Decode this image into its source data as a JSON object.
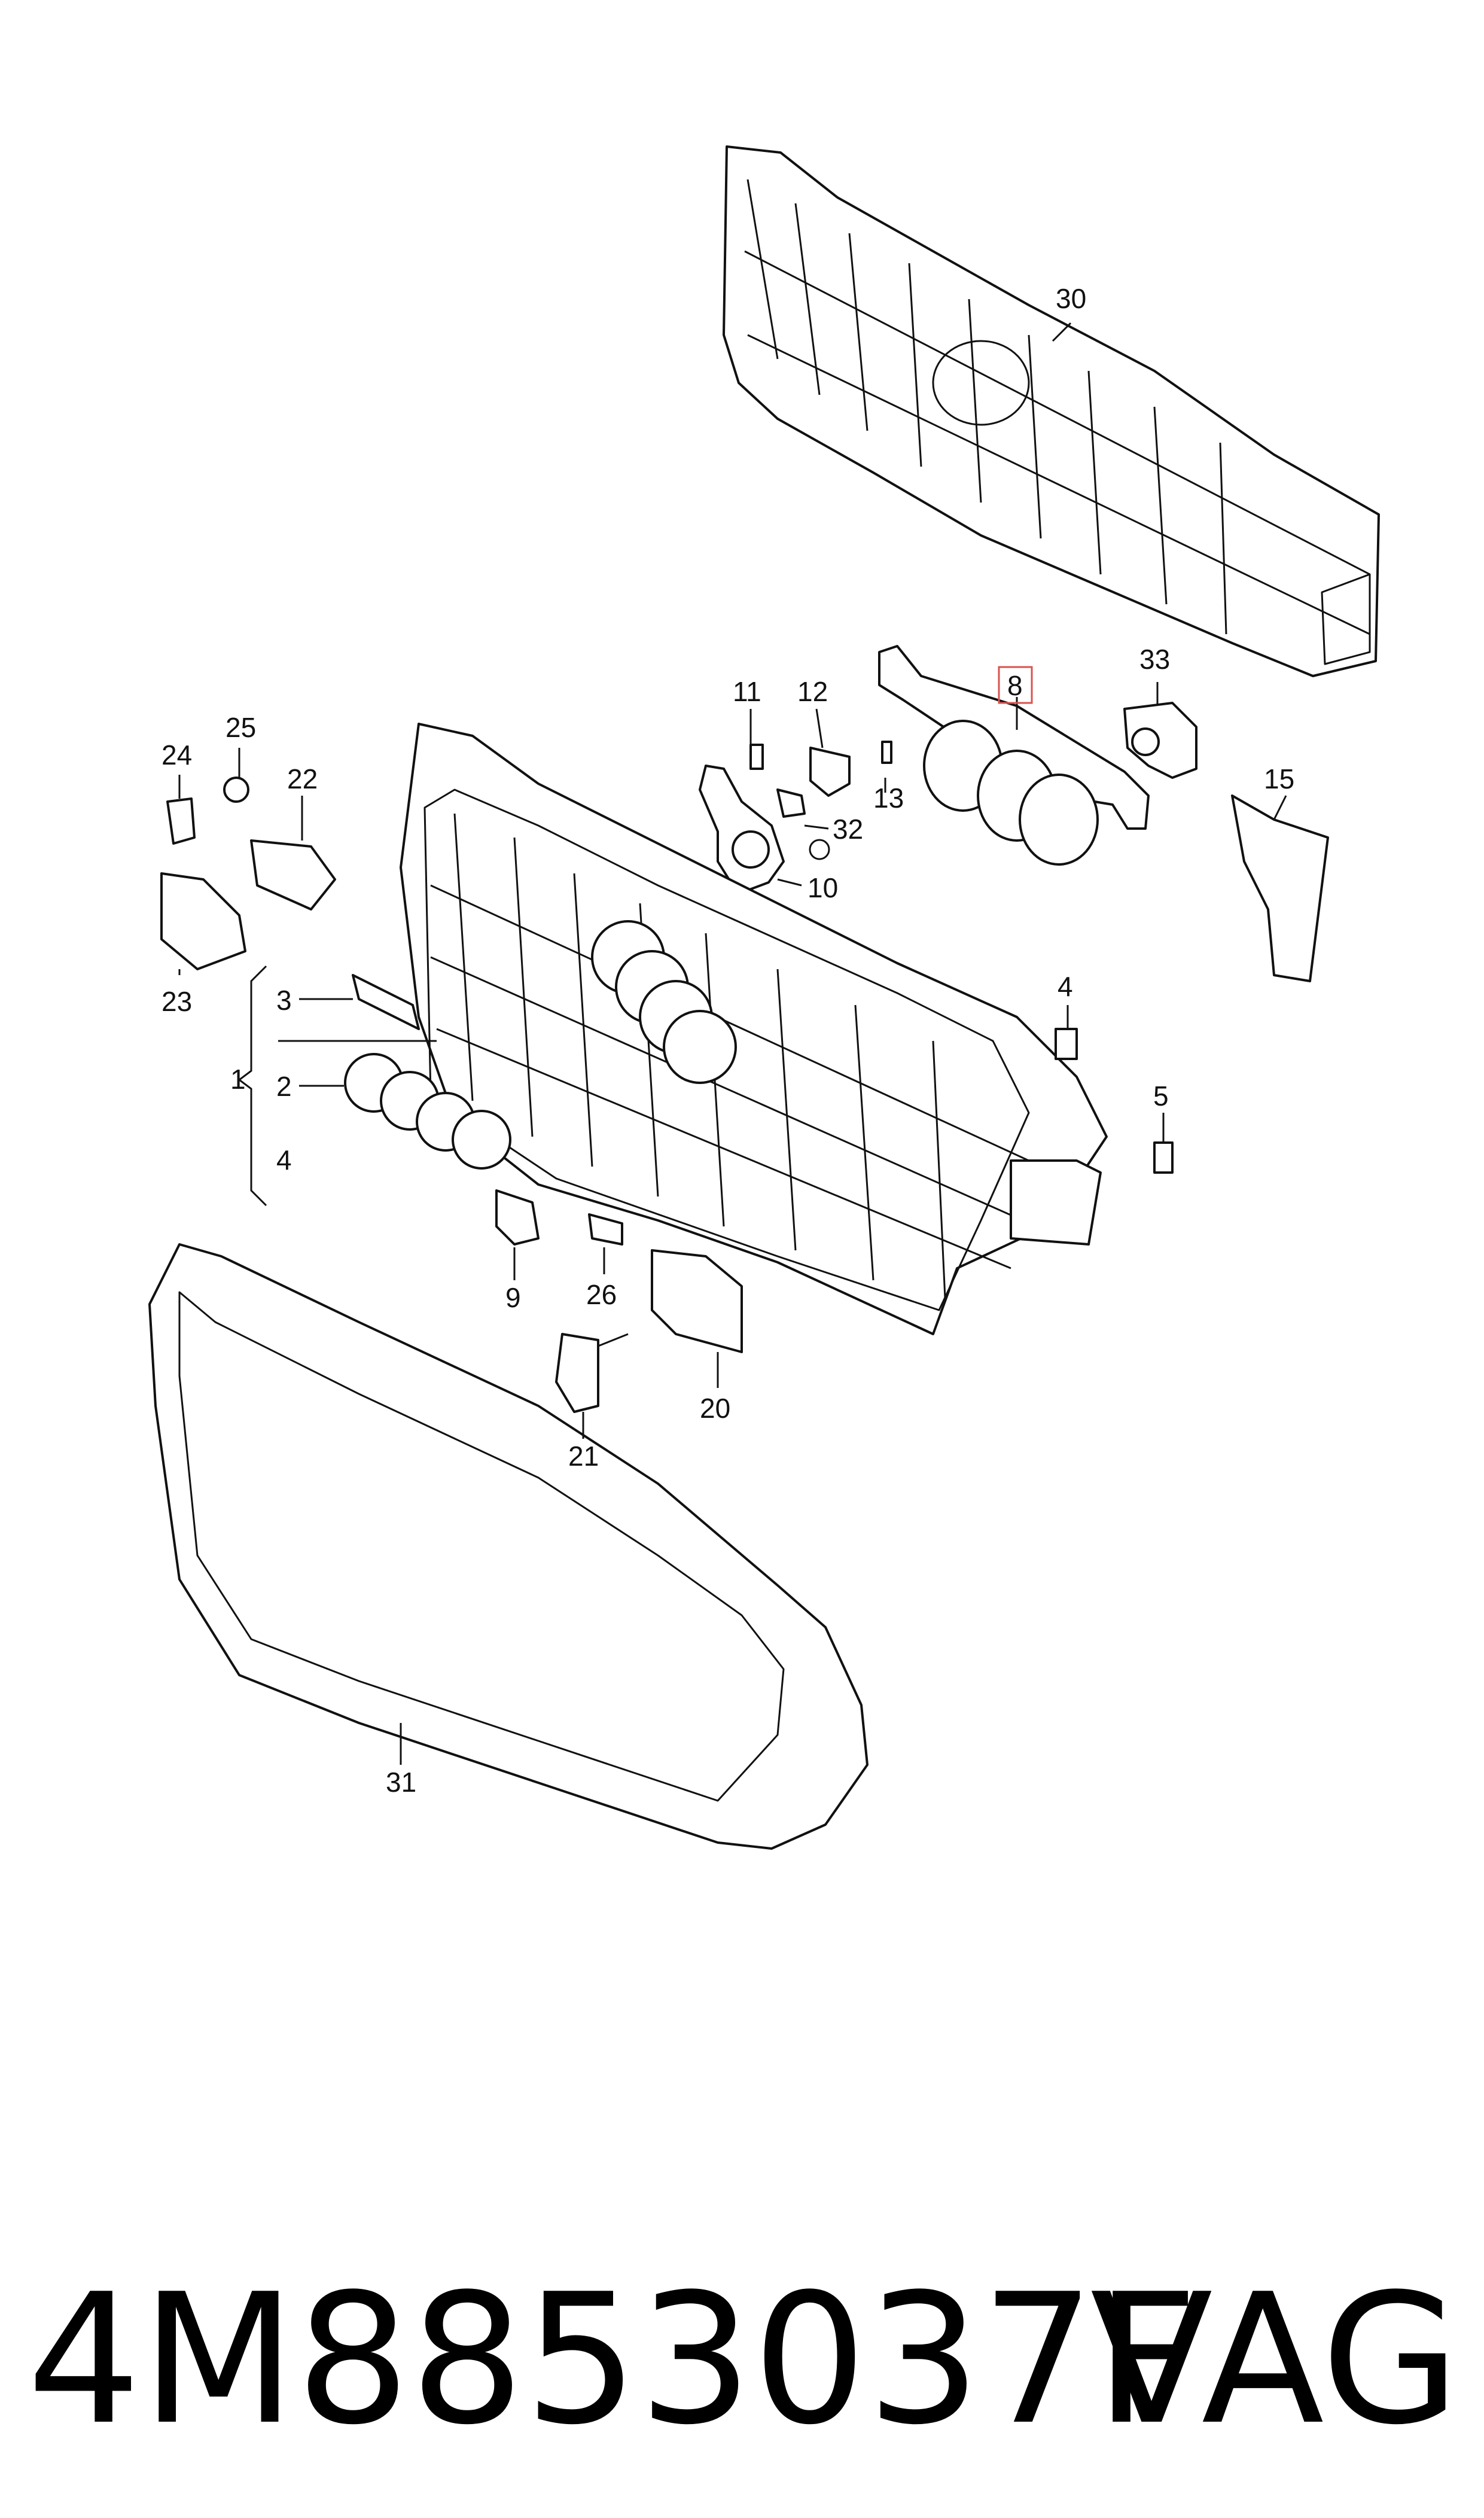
{
  "callouts": [
    {
      "id": "30",
      "label": "30"
    },
    {
      "id": "8",
      "label": "8",
      "highlighted": true
    },
    {
      "id": "33",
      "label": "33"
    },
    {
      "id": "11",
      "label": "11"
    },
    {
      "id": "12",
      "label": "12"
    },
    {
      "id": "13",
      "label": "13"
    },
    {
      "id": "32",
      "label": "32"
    },
    {
      "id": "10",
      "label": "10"
    },
    {
      "id": "15",
      "label": "15"
    },
    {
      "id": "25",
      "label": "25"
    },
    {
      "id": "24",
      "label": "24"
    },
    {
      "id": "22",
      "label": "22"
    },
    {
      "id": "23",
      "label": "23"
    },
    {
      "id": "3",
      "label": "3"
    },
    {
      "id": "1",
      "label": "1"
    },
    {
      "id": "2",
      "label": "2"
    },
    {
      "id": "4a",
      "label": "4"
    },
    {
      "id": "4b",
      "label": "4"
    },
    {
      "id": "5",
      "label": "5"
    },
    {
      "id": "9",
      "label": "9"
    },
    {
      "id": "26",
      "label": "26"
    },
    {
      "id": "20",
      "label": "20"
    },
    {
      "id": "21",
      "label": "21"
    },
    {
      "id": "31",
      "label": "31"
    }
  ],
  "colors": {
    "line": "#111111",
    "background": "#ffffff",
    "highlight": "#d9534f"
  },
  "footer": {
    "part_number": "4M8853037F",
    "brand": "VAG"
  }
}
